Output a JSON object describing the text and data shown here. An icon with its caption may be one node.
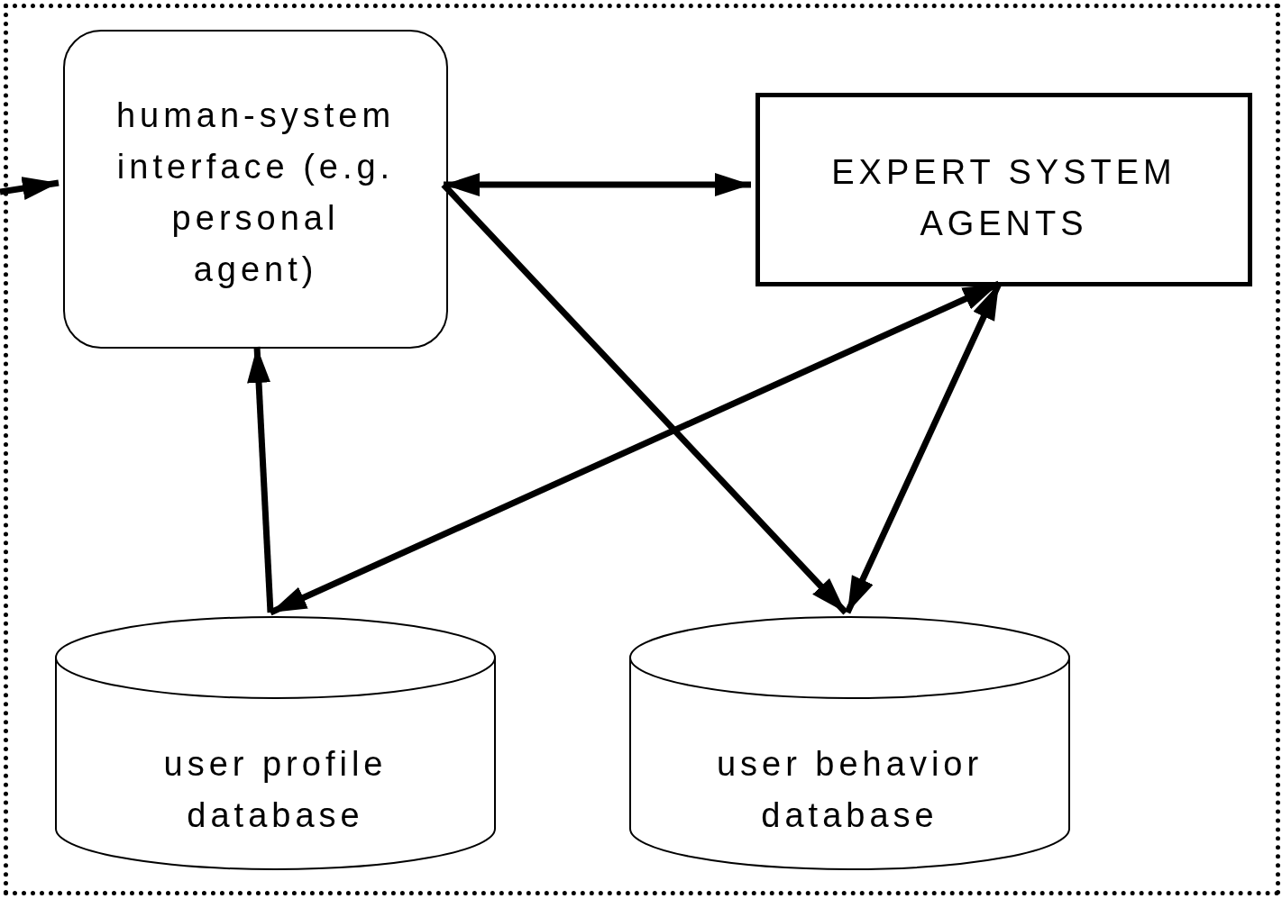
{
  "diagram": {
    "nodes": [
      {
        "text": [],
        "shape": "box"
      },
      {
        "text": [
          "human-system interface (e.g. personal agent)"
        ],
        "in": 0
      },
      {
        "text": [
          "EXPERT SYSTEM AGENTS"
        ],
        "in": 0
      },
      {
        "text": [
          "user profile database"
        ],
        "in": 0
      },
      {
        "text": [
          "user behavior database"
        ],
        "in": 0
      }
    ],
    "edges": [
      {
        "from": null,
        "to": 1,
        "arrow": "to"
      },
      {
        "from": 1,
        "to": 2,
        "arrow": "both"
      },
      {
        "from": 1,
        "to": 4,
        "arrow": "to"
      },
      {
        "from": 2,
        "to": 3,
        "arrow": "both"
      },
      {
        "from": 2,
        "to": 4,
        "arrow": "both"
      },
      {
        "from": 3,
        "to": 1,
        "arrow": "to"
      }
    ]
  }
}
